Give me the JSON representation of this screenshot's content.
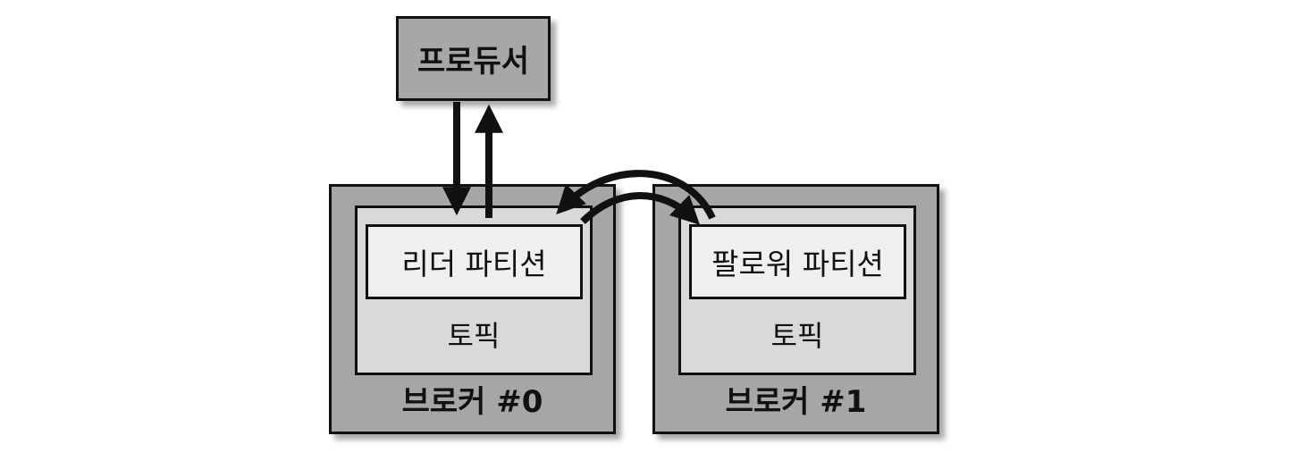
{
  "producer": {
    "label": "프로듀서"
  },
  "brokers": [
    {
      "label": "브로커 #0",
      "topic_label": "토픽",
      "partition_label": "리더 파티션"
    },
    {
      "label": "브로커 #1",
      "topic_label": "토픽",
      "partition_label": "팔로워 파티션"
    }
  ],
  "colors": {
    "producer_fill": "#a7a7a7",
    "broker_fill": "#a6a6a6",
    "topic_fill": "#d9d9d9",
    "partition_fill": "#efefef",
    "stroke": "#111111"
  }
}
